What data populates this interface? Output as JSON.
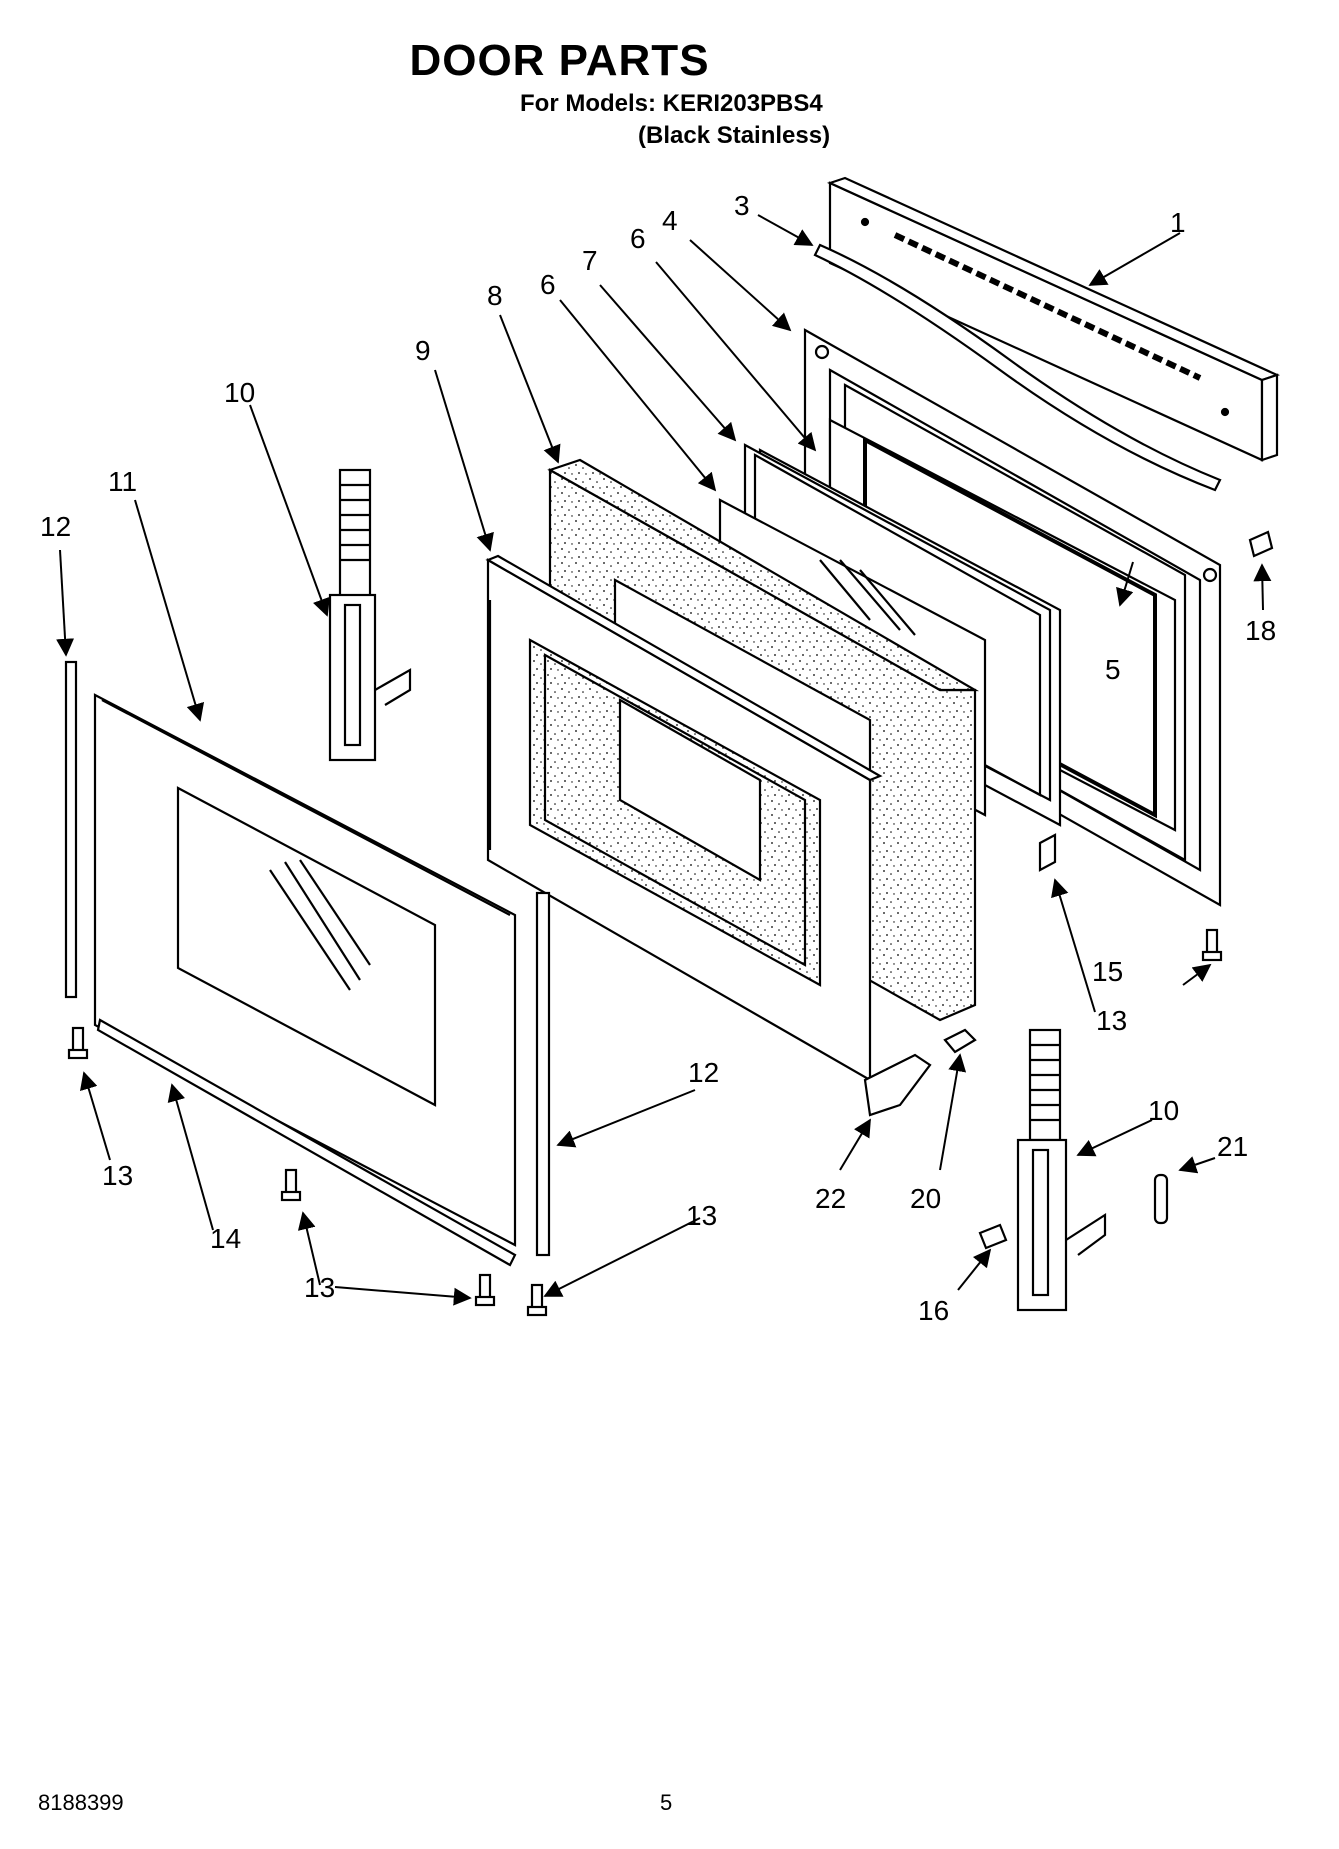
{
  "header": {
    "title": "DOOR PARTS",
    "models_line": "For Models: KERI203PBS4",
    "finish_line": "(Black Stainless)"
  },
  "callouts": {
    "c1": "1",
    "c3": "3",
    "c4": "4",
    "c5": "5",
    "c6a": "6",
    "c6b": "6",
    "c7": "7",
    "c8": "8",
    "c9": "9",
    "c10a": "10",
    "c10b": "10",
    "c11": "11",
    "c12a": "12",
    "c12b": "12",
    "c13a": "13",
    "c13b": "13",
    "c13c": "13",
    "c13d": "13",
    "c14": "14",
    "c15": "15",
    "c16": "16",
    "c18": "18",
    "c20": "20",
    "c21": "21",
    "c22": "22"
  },
  "footer": {
    "doc_number": "8188399",
    "page_number": "5"
  }
}
